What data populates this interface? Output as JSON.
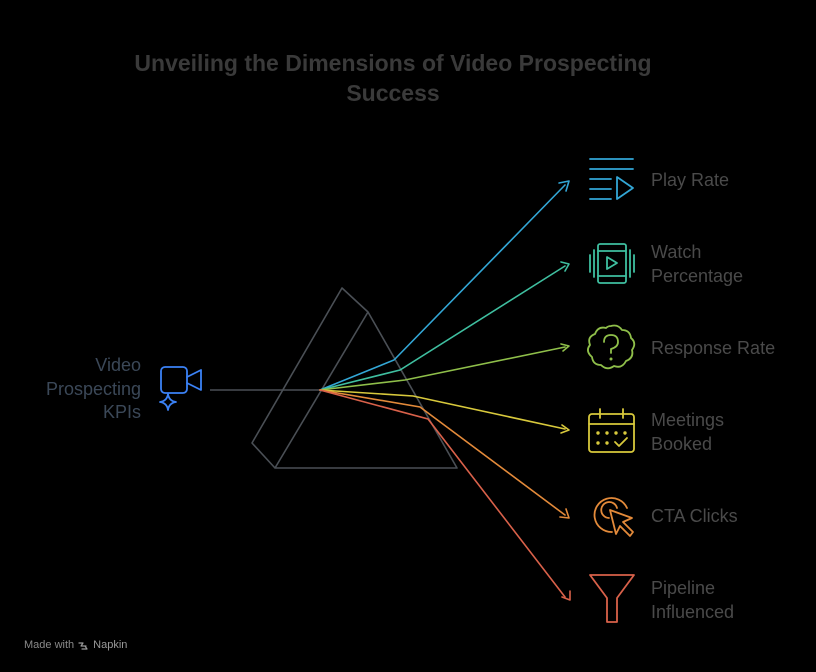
{
  "title": {
    "line1": "Unveiling the Dimensions of Video Prospecting",
    "line2": "Success"
  },
  "input": {
    "lines": [
      "Video",
      "Prospecting",
      "KPIs"
    ],
    "color": "#3b82f6",
    "icon": "video-camera-sparkle-icon"
  },
  "outputs": [
    {
      "lines": [
        "Play Rate"
      ],
      "color": "#33a7d6",
      "icon": "play-list-icon"
    },
    {
      "lines": [
        "Watch",
        "Percentage"
      ],
      "color": "#3fbfa0",
      "icon": "video-frame-play-icon"
    },
    {
      "lines": [
        "Response Rate"
      ],
      "color": "#8fbf4a",
      "icon": "question-badge-icon"
    },
    {
      "lines": [
        "Meetings",
        "Booked"
      ],
      "color": "#d8c93c",
      "icon": "calendar-check-icon"
    },
    {
      "lines": [
        "CTA Clicks"
      ],
      "color": "#e38a3a",
      "icon": "click-target-icon"
    },
    {
      "lines": [
        "Pipeline",
        "Influenced"
      ],
      "color": "#d9614a",
      "icon": "funnel-icon"
    }
  ],
  "footer": {
    "made_with": "Made with",
    "brand": "Napkin"
  },
  "colors": {
    "background": "#000000",
    "prism": "#4a4f55",
    "title": "#3a3a3a",
    "label": "#4a4a4a",
    "input_label": "#3b4858"
  }
}
